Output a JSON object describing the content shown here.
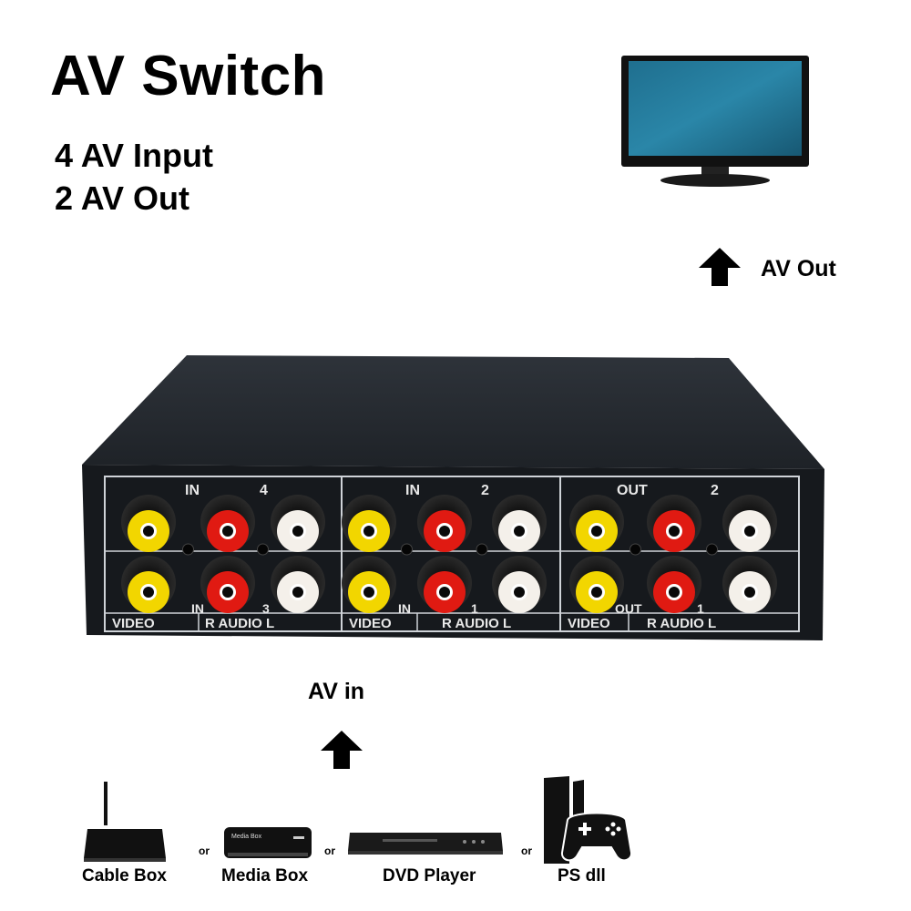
{
  "header": {
    "title": "AV Switch",
    "spec_line1": "4 AV Input",
    "spec_line2": "2 AV Out"
  },
  "output": {
    "label": "AV Out"
  },
  "input": {
    "label": "AV in"
  },
  "panel": {
    "sections": [
      {
        "top_label_a": "IN",
        "top_label_b": "4",
        "bottom_label_a": "IN",
        "bottom_label_b": "3"
      },
      {
        "top_label_a": "IN",
        "top_label_b": "2",
        "bottom_label_a": "IN",
        "bottom_label_b": "1"
      },
      {
        "top_label_a": "OUT",
        "top_label_b": "2",
        "bottom_label_a": "OUT",
        "bottom_label_b": "1"
      }
    ],
    "video_label": "VIDEO",
    "audio_label": "R AUDIO L",
    "connector_colors": {
      "video": "#f2d600",
      "right": "#e01a12",
      "left": "#f4f0ea"
    }
  },
  "sources": {
    "items": [
      {
        "name": "Cable Box",
        "icon": "router-icon"
      },
      {
        "name": "Media Box",
        "icon": "media-box-icon",
        "device_text": "Media Box"
      },
      {
        "name": "DVD Player",
        "icon": "dvd-player-icon"
      },
      {
        "name": "PS  dll",
        "icon": "game-console-icon"
      }
    ],
    "separator": "or"
  }
}
